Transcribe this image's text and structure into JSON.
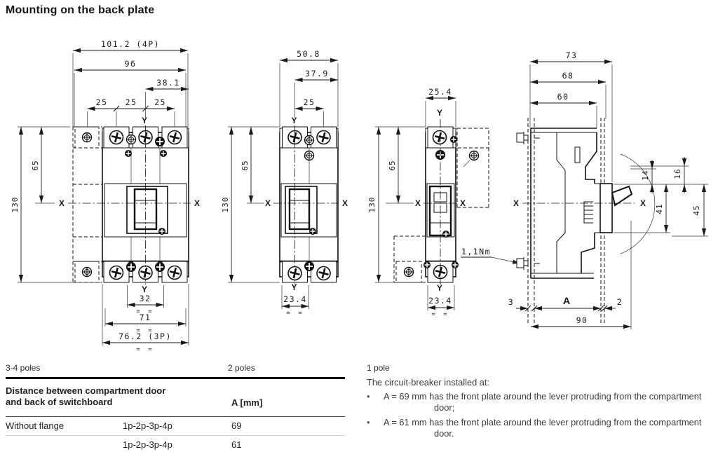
{
  "title": "Mounting on the back plate",
  "sym": {
    "eq": "= =",
    "x": "X",
    "y": "Y"
  },
  "d1": {
    "label": "3-4 poles",
    "w101": "101.2 (4P)",
    "w96": "96",
    "w381": "38.1",
    "p25": "25",
    "h65": "65",
    "h130": "130",
    "w32": "32",
    "w71": "71",
    "w762": "76.2 (3P)"
  },
  "d2": {
    "label": "2 poles",
    "w508": "50.8",
    "w379": "37.9",
    "p25": "25",
    "h65": "65",
    "h130": "130",
    "w234": "23.4"
  },
  "d3": {
    "label": "1 pole",
    "w254": "25.4",
    "h65": "65",
    "h130": "130",
    "w234": "23.4",
    "torque": "1,1Nm"
  },
  "d4": {
    "w73": "73",
    "w68": "68",
    "w60": "60",
    "v14": "14",
    "v16": "16",
    "v41": "41",
    "v45": "45",
    "b3": "3",
    "bA": "A",
    "b2": "2",
    "b90": "90"
  },
  "table": {
    "header": "Distance between compartment door and back of switchboard",
    "header_a": "A [mm]",
    "rows": [
      {
        "c1": "Without flange",
        "c2": "1p-2p-3p-4p",
        "c3": "69"
      },
      {
        "c1": "",
        "c2": "1p-2p-3p-4p",
        "c3": "61"
      }
    ]
  },
  "notes": {
    "bullet": "•",
    "intro": "The circuit-breaker installed at:",
    "b1": "A = 69 mm has the front plate around the lever protruding from the compartment door;",
    "b2": "A = 61 mm has the front plate around the lever protruding from the compartment door."
  }
}
